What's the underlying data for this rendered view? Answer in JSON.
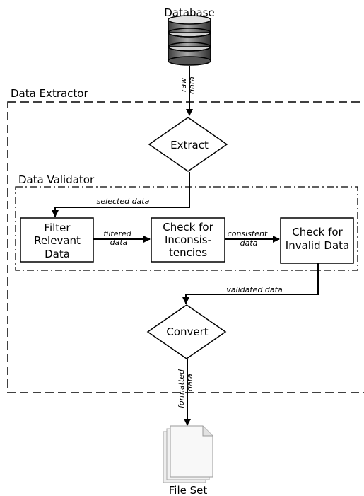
{
  "diagram": {
    "database_label": "Database",
    "file_set_label": "File Set",
    "extractor_label": "Data Extractor",
    "validator_label": "Data Validator",
    "nodes": {
      "extract": "Extract",
      "filter": [
        "Filter",
        "Relevant",
        "Data"
      ],
      "inconsistencies": [
        "Check for",
        "Inconsis-",
        "tencies"
      ],
      "invalid": [
        "Check for",
        "Invalid Data"
      ],
      "convert": "Convert"
    },
    "edges": {
      "raw": [
        "raw",
        "data"
      ],
      "selected": "selected data",
      "filtered": [
        "filtered",
        "data"
      ],
      "consistent": [
        "consistent",
        "data"
      ],
      "validated": "validated data",
      "formatted": [
        "formatted",
        "data"
      ]
    }
  }
}
